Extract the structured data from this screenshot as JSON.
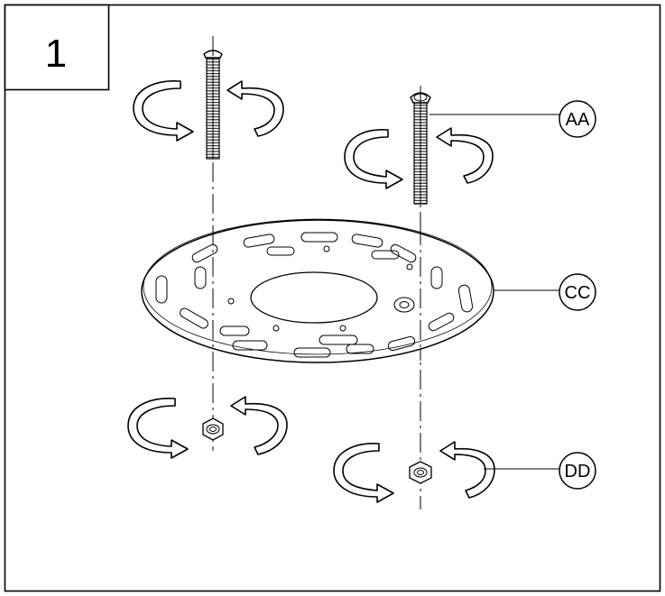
{
  "step": {
    "number": "1"
  },
  "callouts": [
    {
      "id": "AA",
      "label": "AA"
    },
    {
      "id": "CC",
      "label": "CC"
    },
    {
      "id": "DD",
      "label": "DD"
    }
  ],
  "colors": {
    "stroke": "#000000",
    "background": "#ffffff"
  },
  "icons": [
    "rotate-arrow-icon",
    "bolt-icon",
    "nut-icon",
    "mounting-plate"
  ]
}
